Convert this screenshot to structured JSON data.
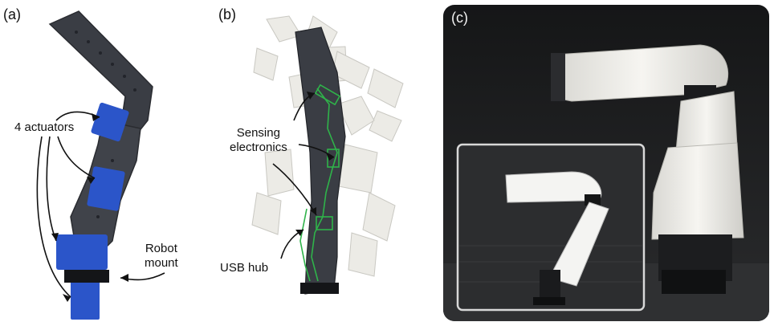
{
  "panels": {
    "a": {
      "label": "(a)",
      "callouts": {
        "actuators": "4 actuators",
        "mount_line1": "Robot",
        "mount_line2": "mount"
      }
    },
    "b": {
      "label": "(b)",
      "callouts": {
        "sensing_line1": "Sensing",
        "sensing_line2": "electronics",
        "usb": "USB hub"
      }
    },
    "c": {
      "label": "(c)"
    }
  },
  "colors": {
    "frame_dark": "#3a3d44",
    "actuator_blue": "#2b55c9",
    "shell_white": "#ecebe6",
    "wire_green": "#2fb34a",
    "photo_bg": "#1e1f21"
  }
}
